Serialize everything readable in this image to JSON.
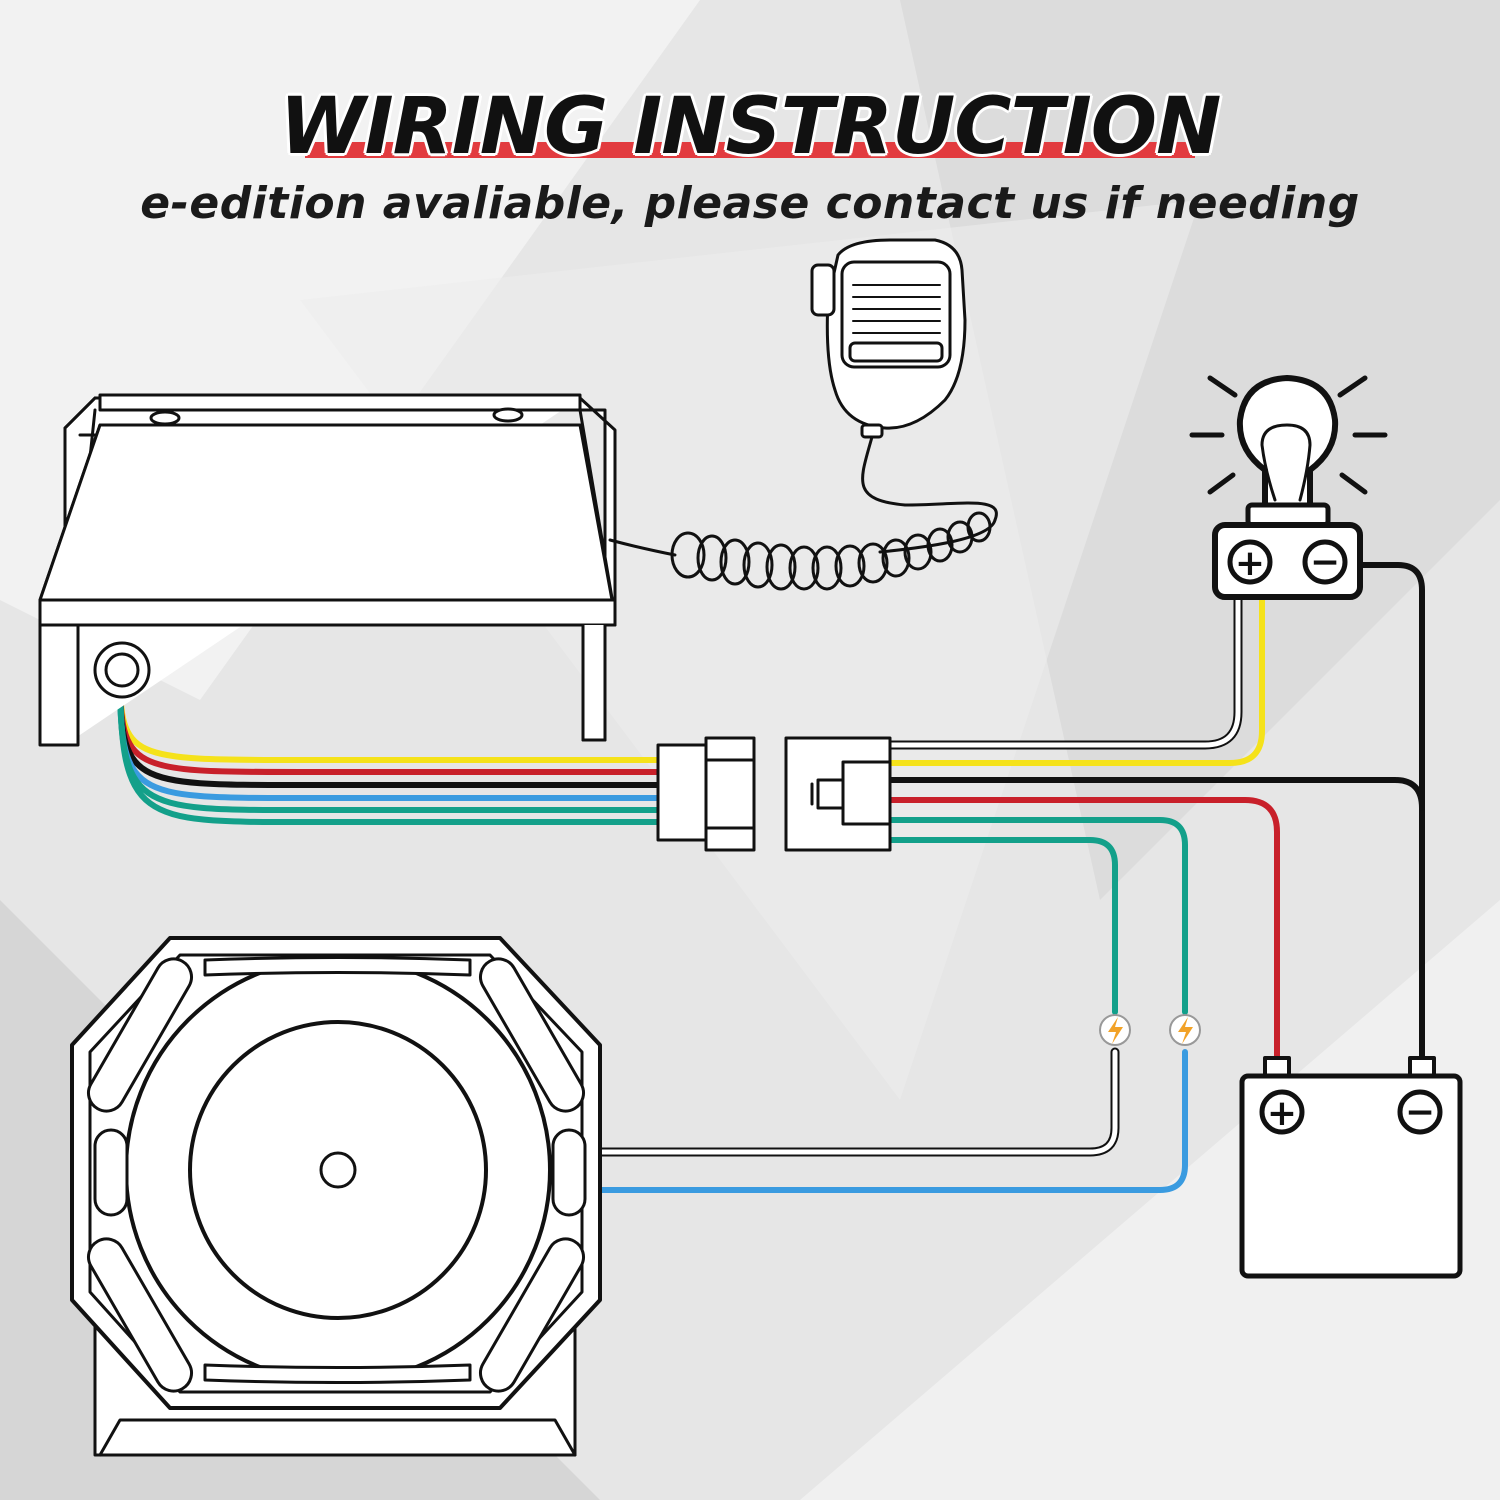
{
  "header": {
    "title": "WIRING INSTRUCTION",
    "subtitle": "e-edition avaliable, please contact us if needing"
  },
  "terminals": {
    "plus": "+",
    "minus": "−"
  },
  "colors": {
    "outline": "#111111",
    "yellow": "#f5e21a",
    "red": "#c8202a",
    "black": "#111111",
    "blue": "#3a9be0",
    "green": "#13a08a",
    "white": "#ffffff",
    "accent": "#e23b3f",
    "bolt": "#f2a227"
  },
  "icons": [
    "siren-control-box",
    "handheld-microphone",
    "coiled-cable",
    "wire-connector-male",
    "wire-connector-female",
    "light-bulb",
    "battery",
    "siren-speaker",
    "electric-splice-icon"
  ]
}
